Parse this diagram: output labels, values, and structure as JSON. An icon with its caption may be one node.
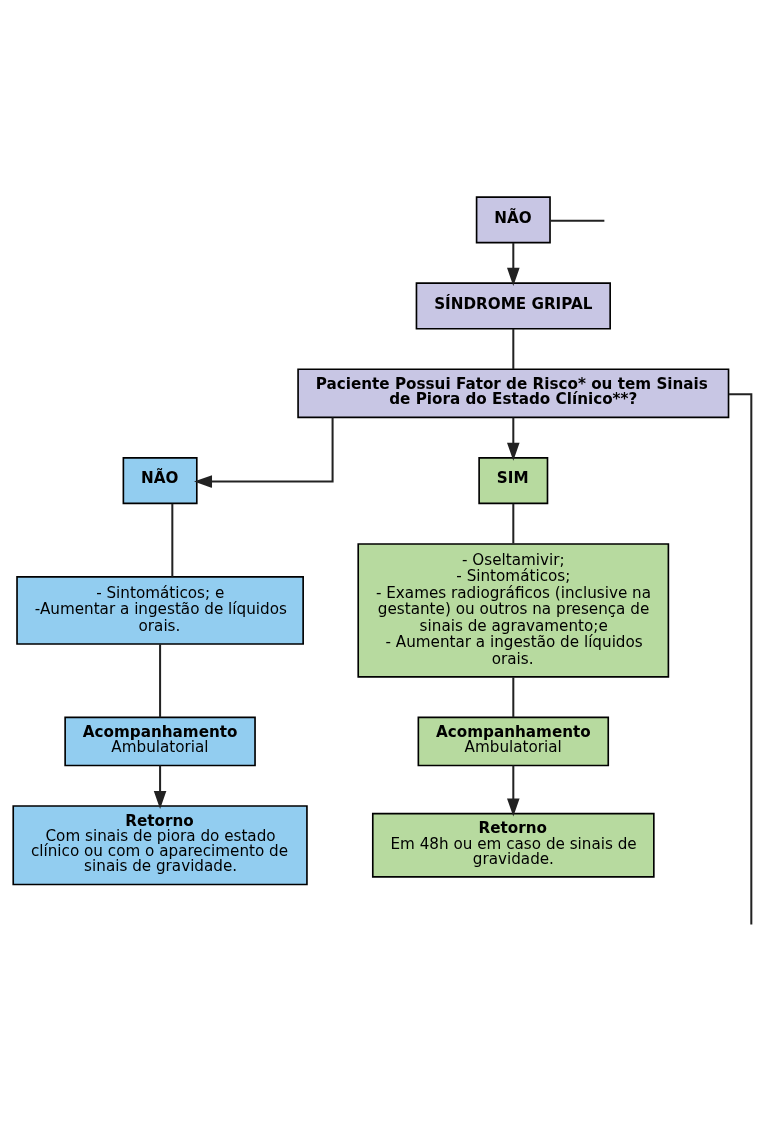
{
  "diagram": {
    "nodes": [
      {
        "text": [
          "NÃO"
        ]
      },
      {
        "text": [
          "SÍNDROME GRIPAL"
        ]
      },
      {
        "text": [
          "Paciente Possui Fator de Risco* ou tem Sinais de Piora do Estado Clínico**?"
        ]
      },
      {
        "text": [
          "NÃO"
        ]
      },
      {
        "text": [
          "- Sintomáticos; e",
          "-Aumentar a ingestão de líquidos orais."
        ]
      },
      {
        "text": [
          "Acompanhamento",
          "Ambulatorial"
        ]
      },
      {
        "text": [
          "Retorno",
          "Com sinais de piora do estado clínico ou com o aparecimento de sinais de gravidade."
        ]
      },
      {
        "text": [
          "SIM"
        ]
      },
      {
        "text": [
          "- Oseltamivir;",
          "- Sintomáticos;",
          "- Exames radiográficos (inclusive na gestante) ou outros na presença de sinais de agravamento;e",
          "- Aumentar a ingestão de líquidos orais."
        ]
      },
      {
        "text": [
          "Acompanhamento",
          "Ambulatorial"
        ]
      },
      {
        "text": [
          "Retorno",
          "Em 48h ou em caso de sinais de gravidade."
        ]
      }
    ],
    "edges": [
      {
        "from": 0,
        "to": null,
        "arrow": "none"
      },
      {
        "from": 0,
        "to": 1,
        "arrow": "to"
      },
      {
        "from": 1,
        "to": 2,
        "arrow": "none"
      },
      {
        "from": 2,
        "to": null,
        "arrow": "none"
      },
      {
        "from": 2,
        "to": 3,
        "arrow": "to"
      },
      {
        "from": 2,
        "to": 7,
        "arrow": "to"
      },
      {
        "from": 3,
        "to": 4,
        "arrow": "none"
      },
      {
        "from": 4,
        "to": 5,
        "arrow": "none"
      },
      {
        "from": 5,
        "to": 6,
        "arrow": "to"
      },
      {
        "from": 7,
        "to": 8,
        "arrow": "none"
      },
      {
        "from": 8,
        "to": 9,
        "arrow": "none"
      },
      {
        "from": 9,
        "to": 10,
        "arrow": "to"
      }
    ]
  }
}
